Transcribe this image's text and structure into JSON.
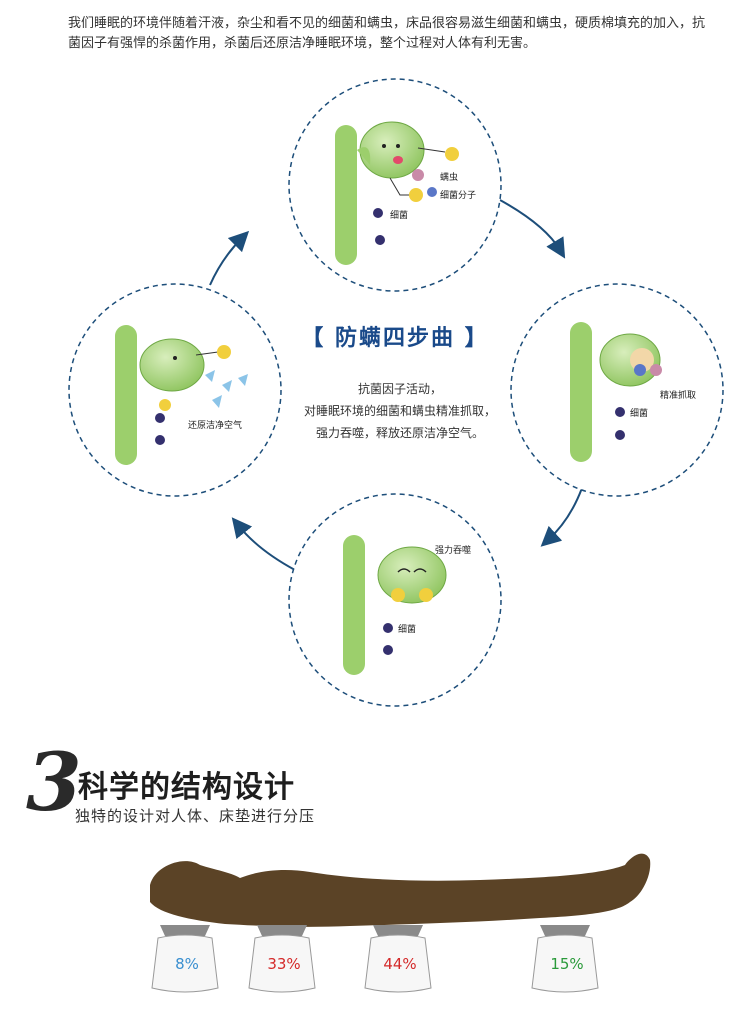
{
  "intro": {
    "text": "我们睡眠的环境伴随着汗液，杂尘和看不见的细菌和螨虫，床品很容易滋生细菌和螨虫，硬质棉填充的加入，抗菌因子有强悍的杀菌作用，杀菌后还原洁净睡眠环境，整个过程对人体有利无害。"
  },
  "cycle": {
    "title": "【 防螨四步曲 】",
    "desc_line1": "抗菌因子活动，",
    "desc_line2": "对睡眠环境的细菌和螨虫精准抓取，",
    "desc_line3": "强力吞噬，释放还原洁净空气。",
    "top": {
      "label_mite": "螨虫",
      "label_molecule": "细菌分子",
      "label_bacteria": "细菌"
    },
    "right": {
      "label_grab": "精准抓取",
      "label_bacteria": "细菌"
    },
    "bottom": {
      "label_swallow": "强力吞噬",
      "label_bacteria": "细菌"
    },
    "left": {
      "label_release": "还原洁净空气"
    }
  },
  "section3": {
    "number": "3",
    "title": "科学的结构设计",
    "subtitle": "独特的设计对人体、床垫进行分压"
  },
  "pressure": {
    "values": [
      {
        "label": "8%",
        "color": "#3a8fd0"
      },
      {
        "label": "33%",
        "color": "#d42a2a"
      },
      {
        "label": "44%",
        "color": "#d42a2a"
      },
      {
        "label": "15%",
        "color": "#2a9a3a"
      }
    ]
  },
  "colors": {
    "ring": "#1d4e7a",
    "green": "#9ccf6c",
    "silhouette": "#5b4326"
  }
}
